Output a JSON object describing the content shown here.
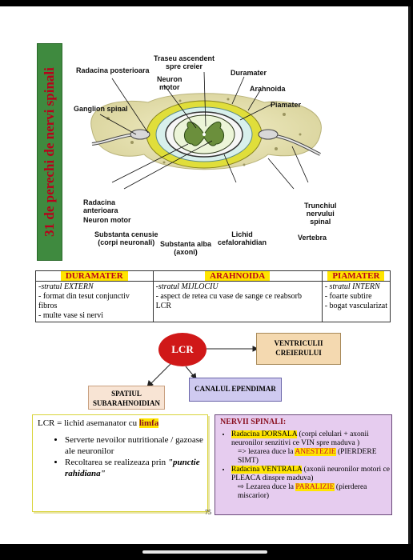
{
  "side_title": "31 de perechi de nervi spinali",
  "diagram_labels": {
    "traseu": "Traseu ascendent\nspre creier",
    "radacina_post": "Radacina posterioara",
    "neuron_motor_top": "Neuron\nmotor",
    "duramater": "Duramater",
    "arahnoida": "Arahnoida",
    "piamater": "Piamater",
    "ganglion": "Ganglion spinal",
    "radacina_ant": "Radacina\nanterioara",
    "neuron_motor": "Neuron motor",
    "subst_cenusie": "Substanta cenusie\n(corpi neuronali)",
    "subst_alba": "Substanta alba\n(axoni)",
    "lichid": "Lichid\ncefalorahidian",
    "trunchiul": "Trunchiul\nnervului\nspinal",
    "vertebra": "Vertebra"
  },
  "meninges_table": {
    "headers": [
      "DURAMATER",
      "ARAHNOIDA",
      "PIAMATER"
    ],
    "col1": [
      "-stratul EXTERN",
      "- format din tesut conjunctiv fibros",
      "- multe vase si nervi"
    ],
    "col2": [
      "-stratul MIJLOCIU",
      "- aspect de retea cu vase de sange ce reabsorb LCR"
    ],
    "col3": [
      "- stratul INTERN",
      "- foarte subtire",
      "- bogat vascularizat"
    ]
  },
  "lcr_diagram": {
    "center": "LCR",
    "ventriculi": "VENTRICULII\nCREIERULUI",
    "spatiul": "SPATIUL\nSUBARAHNOIDIAN",
    "canalul": "CANALUL EPENDIMAR"
  },
  "lcr_panel": {
    "definition_prefix": "LCR = lichid asemanator cu ",
    "definition_hl": "limfa",
    "bullet1": "Serverte nevoilor nutritionale / gazoase ale neuronilor",
    "bullet2_prefix": "Recoltarea se realizeaza prin ",
    "bullet2_em": "\"punctie rahidiana\""
  },
  "nervi_panel": {
    "title": "NERVII SPINALI:",
    "b1_hl": "Radacina DORSALA",
    "b1_rest": " (corpi celulari + axonii neuronilor senzitivi ce VIN spre maduva )",
    "b1_arrow_prefix": "=> lezarea duce la ",
    "b1_arrow_red": "ANESTEZIE",
    "b1_arrow_suffix": " (PIERDERE SIMT)",
    "b2_hl": "Radacina VENTRALA",
    "b2_rest": " (axonii neuronilor motori ce PLEACA dinspre maduva)",
    "b2_arrow_prefix": "Lezarea duce la ",
    "b2_arrow_red": "PARALIZIE",
    "b2_arrow_suffix": " (pierderea miscarior)"
  },
  "page_number": "75"
}
